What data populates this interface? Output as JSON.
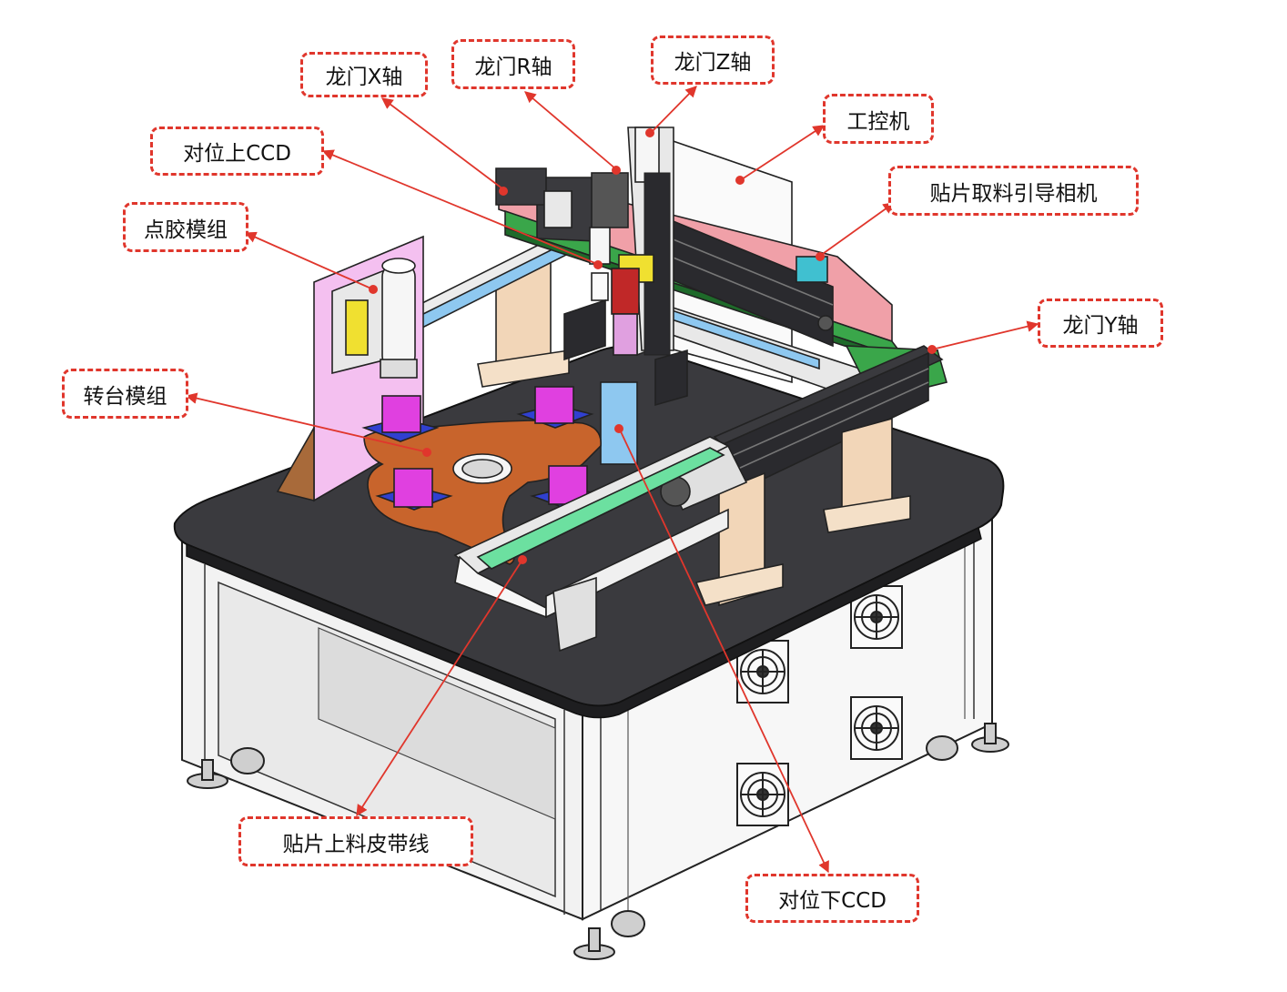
{
  "colors": {
    "annotation": "#e0362c",
    "table_top": "#3a3a3e",
    "cabinet": "#f2f2f2",
    "gantry_pink": "#f0a0a8",
    "gantry_green": "#3aa64a",
    "turntable": "#c8642c",
    "carrier_magenta": "#e040e0",
    "carrier_blue": "#3040d0",
    "belt_green": "#6ce0a0",
    "dispense_plate": "#f4c0f0",
    "pillar": "#f2d6b8"
  },
  "labels": [
    {
      "id": "gantry-x",
      "text": "龙门X轴"
    },
    {
      "id": "gantry-r",
      "text": "龙门R轴"
    },
    {
      "id": "gantry-z",
      "text": "龙门Z轴"
    },
    {
      "id": "ipc",
      "text": "工控机"
    },
    {
      "id": "upper-ccd",
      "text": "对位上CCD"
    },
    {
      "id": "pick-camera",
      "text": "贴片取料引导相机"
    },
    {
      "id": "dispensing",
      "text": "点胶模组"
    },
    {
      "id": "gantry-y",
      "text": "龙门Y轴"
    },
    {
      "id": "turntable",
      "text": "转台模组"
    },
    {
      "id": "feed-belt",
      "text": "贴片上料皮带线"
    },
    {
      "id": "lower-ccd",
      "text": "对位下CCD"
    }
  ]
}
